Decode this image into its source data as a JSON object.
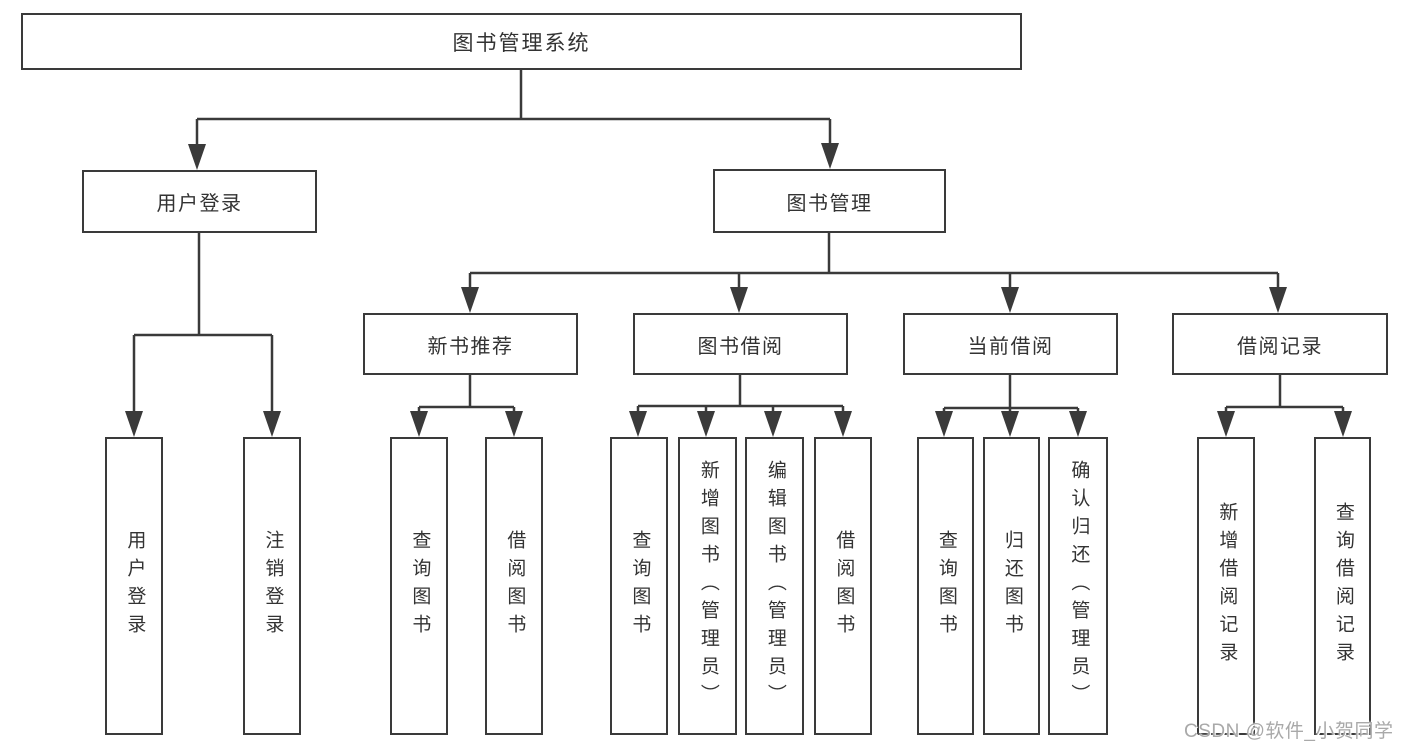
{
  "diagram": {
    "type": "tree",
    "title": "图书管理系统",
    "watermark": "CSDN @软件_小贺同学",
    "colors": {
      "line": "#3a3a3a",
      "text": "#333333",
      "box_background": "#ffffff",
      "watermark": "#a9a9a9"
    },
    "root": {
      "label": "图书管理系统"
    },
    "level2": [
      {
        "label": "用户登录",
        "children": [
          "用户登录",
          "注销登录"
        ]
      },
      {
        "label": "图书管理"
      }
    ],
    "level3": [
      {
        "label": "新书推荐",
        "children": [
          "查询图书",
          "借阅图书"
        ]
      },
      {
        "label": "图书借阅",
        "children": [
          "查询图书",
          "新增图书（管理员）",
          "编辑图书（管理员）",
          "借阅图书"
        ]
      },
      {
        "label": "当前借阅",
        "children": [
          "查询图书",
          "归还图书",
          "确认归还（管理员）"
        ]
      },
      {
        "label": "借阅记录",
        "children": [
          "新增借阅记录",
          "查询借阅记录"
        ]
      }
    ]
  }
}
